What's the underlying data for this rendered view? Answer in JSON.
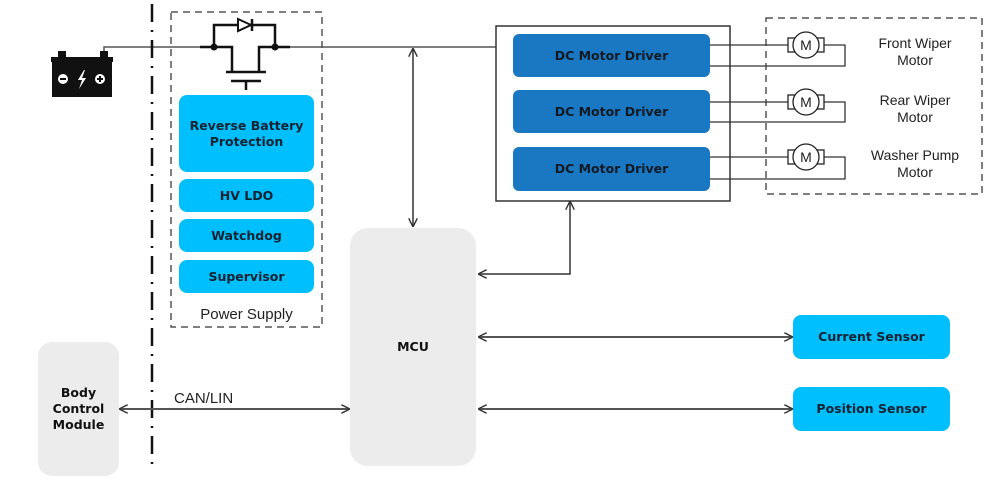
{
  "diagram": {
    "title": "Windshield Wiper Module Block Diagram",
    "power_supply": {
      "group_label": "Power Supply",
      "blocks": [
        "Reverse Battery Protection",
        "HV LDO",
        "Watchdog",
        "Supervisor"
      ]
    },
    "mcu_label": "MCU",
    "motor_drivers": [
      "DC Motor Driver",
      "DC Motor Driver",
      "DC Motor Driver"
    ],
    "motors": [
      {
        "symbol": "M",
        "label_line1": "Front Wiper",
        "label_line2": "Motor"
      },
      {
        "symbol": "M",
        "label_line1": "Rear Wiper",
        "label_line2": "Motor"
      },
      {
        "symbol": "M",
        "label_line1": "Washer Pump",
        "label_line2": "Motor"
      }
    ],
    "sensors": [
      "Current Sensor",
      "Position Sensor"
    ],
    "bcm_label": "Body Control Module",
    "bus_label": "CAN/LIN",
    "battery_icon": "battery-icon",
    "colors": {
      "cyan_block": "#00bfff",
      "blue_block": "#1a78c2",
      "gray_block": "#ececec",
      "wire": "#555555"
    }
  }
}
